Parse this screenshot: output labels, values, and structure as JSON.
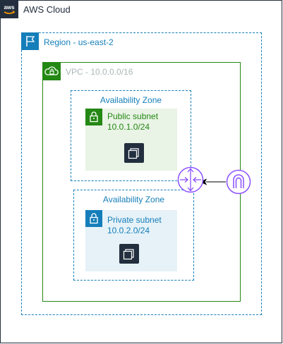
{
  "cloud": {
    "label": "AWS Cloud",
    "icon": "aws-logo-icon"
  },
  "region": {
    "label": "Region - us-east-2",
    "icon": "region-flag-icon"
  },
  "vpc": {
    "label": "VPC - 10.0.0.0/16",
    "icon": "vpc-cloud-lock-icon"
  },
  "az_public": {
    "label": "Availability Zone"
  },
  "az_private": {
    "label": "Availability Zone"
  },
  "public_subnet": {
    "line1": "Public subnet",
    "line2": "10.0.1.0/24",
    "icon": "lock-icon",
    "instance_icon": "ec2-instance-icon"
  },
  "private_subnet": {
    "line1": "Private subnet",
    "line2": "10.0.2.0/24",
    "icon": "lock-icon",
    "instance_icon": "ec2-instance-icon"
  },
  "router": {
    "icon": "router-icon"
  },
  "internet_gateway": {
    "icon": "internet-gateway-icon"
  },
  "colors": {
    "cloud": "#232f3e",
    "region": "#147eba",
    "vpc": "#248814",
    "public_subnet_fill": "#e9f3e6",
    "private_subnet_fill": "#e6f2f8",
    "router": "#8c4fff"
  }
}
